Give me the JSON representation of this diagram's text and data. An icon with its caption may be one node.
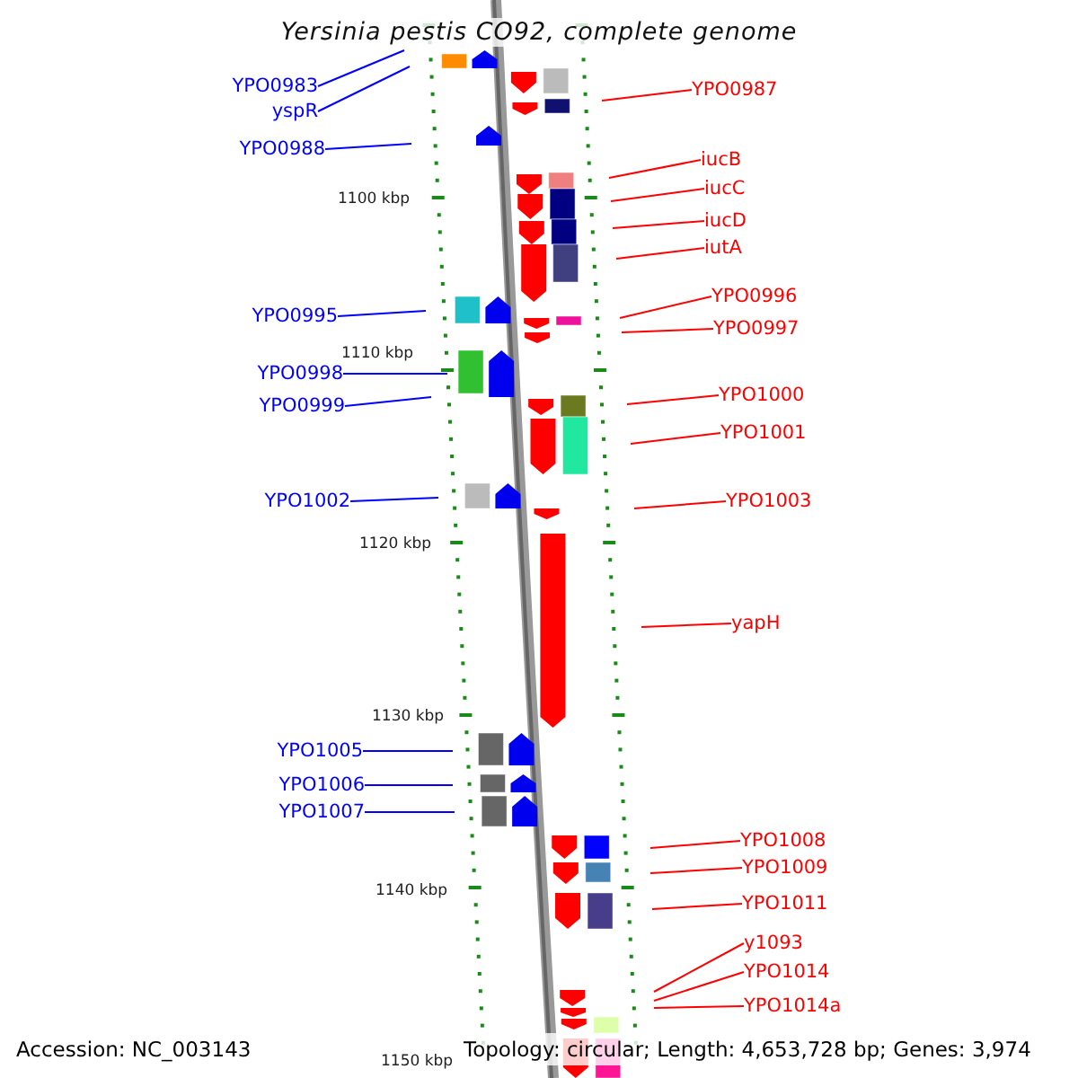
{
  "diagram": {
    "title": "Yersinia pestis CO92, complete genome",
    "nodes": [
      {
        "text": [
          "YPO0983"
        ]
      },
      {
        "text": [
          "yspR"
        ]
      },
      {
        "text": [
          "YPO0988"
        ]
      },
      {
        "text": [
          "YPO0995"
        ]
      },
      {
        "text": [
          "YPO0998"
        ]
      },
      {
        "text": [
          "YPO0999"
        ]
      },
      {
        "text": [
          "YPO1002"
        ]
      },
      {
        "text": [
          "YPO1005"
        ]
      },
      {
        "text": [
          "YPO1006"
        ]
      },
      {
        "text": [
          "YPO1007"
        ]
      },
      {
        "text": [
          "YPO0987"
        ]
      },
      {
        "text": [
          "iucB"
        ]
      },
      {
        "text": [
          "iucC"
        ]
      },
      {
        "text": [
          "iucD"
        ]
      },
      {
        "text": [
          "iutA"
        ]
      },
      {
        "text": [
          "YPO0996"
        ]
      },
      {
        "text": [
          "YPO0997"
        ]
      },
      {
        "text": [
          "YPO1000"
        ]
      },
      {
        "text": [
          "YPO1001"
        ]
      },
      {
        "text": [
          "YPO1003"
        ]
      },
      {
        "text": [
          "yapH"
        ]
      },
      {
        "text": [
          "YPO1008"
        ]
      },
      {
        "text": [
          "YPO1009"
        ]
      },
      {
        "text": [
          "YPO1011"
        ]
      },
      {
        "text": [
          "y1093"
        ]
      },
      {
        "text": [
          "YPO1014"
        ]
      },
      {
        "text": [
          "YPO1014a"
        ]
      }
    ],
    "edges": [
      {
        "from": 0,
        "to": null,
        "arrow": "none",
        "color": "#0000ff"
      },
      {
        "from": 1,
        "to": null,
        "arrow": "none",
        "color": "#0000ff"
      },
      {
        "from": 2,
        "to": null,
        "arrow": "none",
        "color": "#0000ff"
      },
      {
        "from": 3,
        "to": null,
        "arrow": "none",
        "color": "#0000ff"
      },
      {
        "from": 4,
        "to": null,
        "arrow": "none",
        "color": "#0000ff"
      },
      {
        "from": 5,
        "to": null,
        "arrow": "none",
        "color": "#0000ff"
      },
      {
        "from": 6,
        "to": null,
        "arrow": "none",
        "color": "#0000ff"
      },
      {
        "from": 7,
        "to": null,
        "arrow": "none",
        "color": "#0000ff"
      },
      {
        "from": 8,
        "to": null,
        "arrow": "none",
        "color": "#0000ff"
      },
      {
        "from": 9,
        "to": null,
        "arrow": "none",
        "color": "#0000ff"
      },
      {
        "from": 10,
        "to": null,
        "arrow": "none"
      },
      {
        "from": 11,
        "to": null,
        "arrow": "none"
      },
      {
        "from": 12,
        "to": null,
        "arrow": "none"
      },
      {
        "from": 13,
        "to": null,
        "arrow": "none"
      },
      {
        "from": 14,
        "to": null,
        "arrow": "none"
      },
      {
        "from": 15,
        "to": null,
        "arrow": "none"
      },
      {
        "from": 16,
        "to": null,
        "arrow": "none"
      },
      {
        "from": 17,
        "to": null,
        "arrow": "none"
      },
      {
        "from": 18,
        "to": null,
        "arrow": "none"
      },
      {
        "from": 19,
        "to": null,
        "arrow": "none"
      },
      {
        "from": 20,
        "to": null,
        "arrow": "none"
      },
      {
        "from": 21,
        "to": null,
        "arrow": "none"
      },
      {
        "from": 22,
        "to": null,
        "arrow": "none"
      },
      {
        "from": 23,
        "to": null,
        "arrow": "none"
      },
      {
        "from": 24,
        "to": null,
        "arrow": "none"
      },
      {
        "from": 25,
        "to": null,
        "arrow": "none"
      },
      {
        "from": 26,
        "to": null,
        "arrow": "none"
      }
    ],
    "labels": [
      "1100 kbp",
      "1110 kbp",
      "1120 kbp",
      "1130 kbp",
      "1140 kbp",
      "1150 kbp",
      "Accession: NC_003143",
      "Topology: circular; Length: 4,653,728 bp; Genes: 3,974"
    ]
  }
}
